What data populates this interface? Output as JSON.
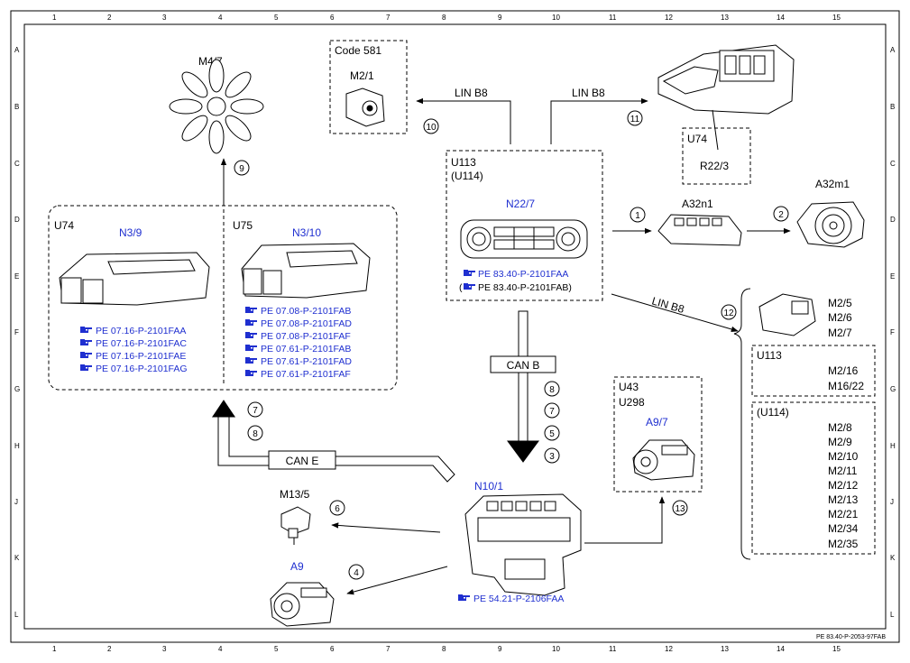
{
  "grid": {
    "columns": [
      "1",
      "2",
      "3",
      "4",
      "5",
      "6",
      "7",
      "8",
      "9",
      "10",
      "11",
      "12",
      "13",
      "14",
      "15"
    ],
    "rows": [
      "A",
      "B",
      "C",
      "D",
      "E",
      "F",
      "G",
      "H",
      "J",
      "K",
      "L"
    ]
  },
  "components": {
    "m4_7": "M4/7",
    "code581": "Code 581",
    "m2_1": "M2/1",
    "u113": "U113",
    "u114_paren": "(U114)",
    "n22_7": "N22/7",
    "u74": "U74",
    "r22_3": "R22/3",
    "a32n1": "A32n1",
    "a32m1": "A32m1",
    "n3_9": "N3/9",
    "u75": "U75",
    "n3_10": "N3/10",
    "u43": "U43",
    "u298": "U298",
    "a9_7": "A9/7",
    "n10_1": "N10/1",
    "m13_5": "M13/5",
    "a9": "A9",
    "m2_5": "M2/5",
    "m2_6": "M2/6",
    "m2_7": "M2/7",
    "m2_16": "M2/16",
    "m16_22": "M16/22",
    "m2_list": [
      "M2/8",
      "M2/9",
      "M2/10",
      "M2/11",
      "M2/12",
      "M2/13",
      "M2/21",
      "M2/34",
      "M2/35"
    ]
  },
  "buses": {
    "lin_b8": "LIN B8",
    "can_b": "CAN B",
    "can_e": "CAN E"
  },
  "refs": {
    "n3_9": [
      "PE 07.16-P-2101FAA",
      "PE 07.16-P-2101FAC",
      "PE 07.16-P-2101FAE",
      "PE 07.16-P-2101FAG"
    ],
    "n3_10": [
      "PE 07.08-P-2101FAB",
      "PE 07.08-P-2101FAD",
      "PE 07.08-P-2101FAF",
      "PE 07.61-P-2101FAB",
      "PE 07.61-P-2101FAD",
      "PE 07.61-P-2101FAF"
    ],
    "n22_7_a": "PE 83.40-P-2101FAA",
    "n22_7_b_open": "(",
    "n22_7_b": "PE 83.40-P-2101FAB)",
    "n10_1": "PE 54.21-P-2106FAA"
  },
  "numbers": {
    "n10": "10",
    "n11": "11",
    "n9": "9",
    "n1": "1",
    "n2": "2",
    "n12": "12",
    "n7": "7",
    "n8": "8",
    "n5": "5",
    "n3": "3",
    "n6": "6",
    "n4": "4",
    "n13": "13"
  },
  "doc_id": "PE 83.40-P-2053-97FAB",
  "colors": {
    "reference_text": "#1f2fd0",
    "line": "#000000"
  },
  "icons": {
    "reference": "pointing-hand-icon"
  }
}
